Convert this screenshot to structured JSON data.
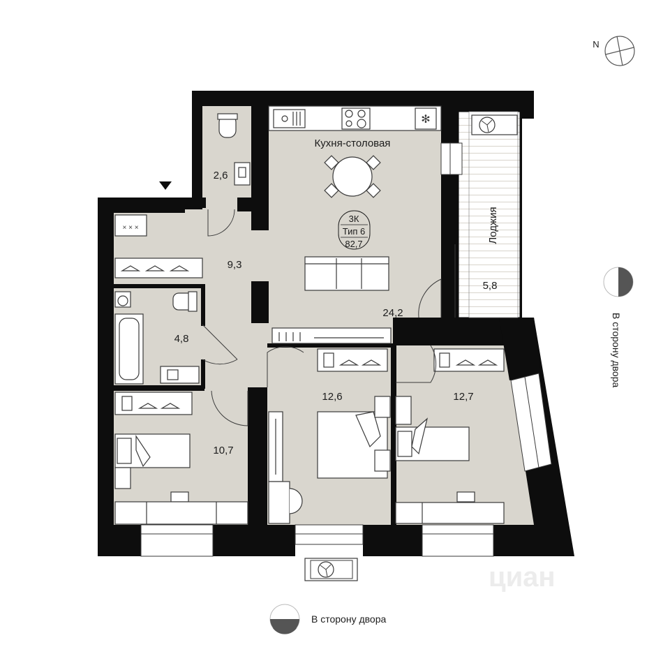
{
  "compass": {
    "north_label": "N"
  },
  "rooms": {
    "kitchen_name": "Кухня-столовая",
    "kitchen_area": "24,2",
    "wc_area": "2,6",
    "hall_area": "9,3",
    "bath_area": "4,8",
    "bedroom_left_area": "10,7",
    "bedroom_mid_area": "12,6",
    "bedroom_right_area": "12,7",
    "loggia_name": "Лоджия",
    "loggia_area": "5,8"
  },
  "apartment_badge": {
    "rooms": "3К",
    "type": "Тип 6",
    "area": "82,7"
  },
  "orientation": {
    "side_label": "В сторону двора",
    "bottom_label": "В сторону двора"
  },
  "watermark": "циан",
  "colors": {
    "wall": "#0d0d0d",
    "floor": "#d9d6ce",
    "loggia": "#f3f1ec",
    "furniture_stroke": "#3a3a3a",
    "accent": "#7a7a7a"
  }
}
